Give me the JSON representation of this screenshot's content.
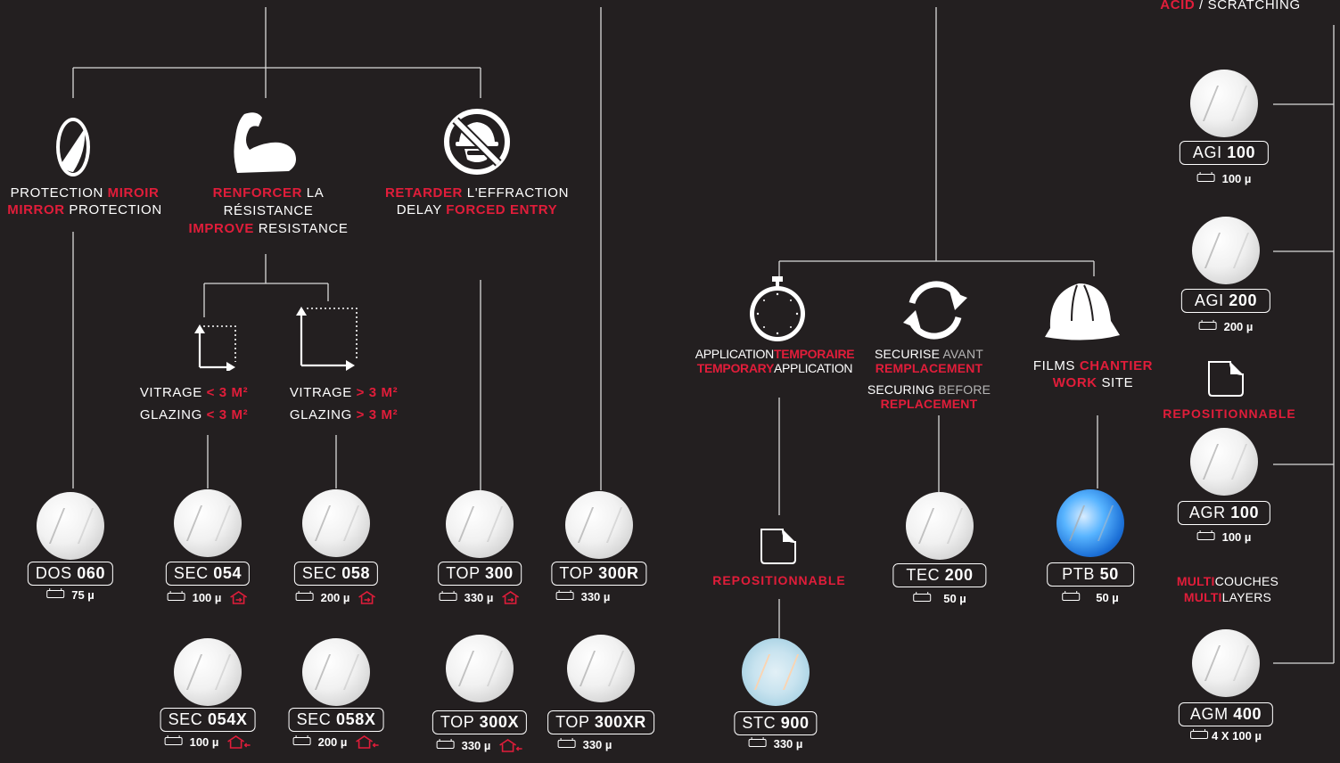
{
  "colors": {
    "background": "#231f20",
    "accent": "#e11d3a",
    "line": "#d9d9d9"
  },
  "top_right": {
    "red": "ACID",
    "sep": " / ",
    "white": "SCRATCHING"
  },
  "categories": {
    "mirror": {
      "icon": "mirror-icon",
      "l1_white": "PROTECTION ",
      "l1_red": "MIROIR",
      "l2_red": "MIRROR",
      "l2_white": " PROTECTION"
    },
    "resistance": {
      "icon": "flexed-arm-icon",
      "l1_red": "RENFORCER",
      "l1_white": " LA",
      "l2": "RÉSISTANCE",
      "l3_red": "IMPROVE",
      "l3_white": " RESISTANCE"
    },
    "entry": {
      "icon": "no-burglar-icon",
      "l1_red": "RETARDER",
      "l1_white": " L'EFFRACTION",
      "l2_white": "DELAY ",
      "l2_red": "FORCED ENTRY"
    },
    "small": {
      "icon": "small-glazing-icon",
      "l1_white": "VITRAGE ",
      "l1_red": "< 3 M²",
      "l2_white": "GLAZING ",
      "l2_red": "< 3 M²"
    },
    "large": {
      "icon": "large-glazing-icon",
      "l1_white": "VITRAGE ",
      "l1_red": "> 3 M²",
      "l2_white": "GLAZING ",
      "l2_red": "> 3 M²"
    },
    "temporary": {
      "icon": "stopwatch-icon",
      "l1_white": "APPLICATION",
      "l1_red": "TEMPORAIRE",
      "l2_red": "TEMPORARY",
      "l2_white": "APPLICATION"
    },
    "securing": {
      "icon": "refresh-icon",
      "l1_white": "SECURISE ",
      "l1_grey": "AVANT",
      "l2_red": "REMPLACEMENT",
      "l3_white": "SECURING ",
      "l3_grey": "BEFORE",
      "l4_red": "REPLACEMENT"
    },
    "worksite": {
      "icon": "hard-hat-icon",
      "l1_white": "FILMS ",
      "l1_red": "CHANTIER",
      "l2_red": "WORK",
      "l2_white": " SITE"
    },
    "repos_mid": {
      "icon": "repositionable-icon",
      "label": "REPOSITIONNABLE"
    },
    "repos_right": {
      "icon": "repositionable-icon",
      "label": "REPOSITIONNABLE"
    },
    "multi": {
      "l1_red": "MULTI",
      "l1_white": "COUCHES",
      "l2_red": "MULTI",
      "l2_white": "LAYERS"
    }
  },
  "products": {
    "dos060": {
      "prefix": "DOS ",
      "num": "060",
      "thickness": "75 µ"
    },
    "sec054": {
      "prefix": "SEC ",
      "num": "054",
      "thickness": "100 µ"
    },
    "sec058": {
      "prefix": "SEC ",
      "num": "058",
      "thickness": "200 µ"
    },
    "top300": {
      "prefix": "TOP ",
      "num": "300",
      "thickness": "330 µ"
    },
    "top300r": {
      "prefix": "TOP ",
      "num": "300R",
      "thickness": "330 µ"
    },
    "sec054x": {
      "prefix": "SEC ",
      "num": "054X",
      "thickness": "100 µ"
    },
    "sec058x": {
      "prefix": "SEC ",
      "num": "058X",
      "thickness": "200 µ"
    },
    "top300x": {
      "prefix": "TOP ",
      "num": "300X",
      "thickness": "330 µ"
    },
    "top300xr": {
      "prefix": "TOP ",
      "num": "300XR",
      "thickness": "330 µ"
    },
    "stc900": {
      "prefix": "STC ",
      "num": "900",
      "thickness": "330 µ"
    },
    "tec200": {
      "prefix": "TEC ",
      "num": "200",
      "thickness": "50 µ"
    },
    "ptb50": {
      "prefix": "PTB ",
      "num": "50",
      "thickness": "50 µ"
    },
    "agi100": {
      "prefix": "AGI ",
      "num": "100",
      "thickness": "100 µ"
    },
    "agi200": {
      "prefix": "AGI ",
      "num": "200",
      "thickness": "200 µ"
    },
    "agr100": {
      "prefix": "AGR ",
      "num": "100",
      "thickness": "100 µ"
    },
    "agm400": {
      "prefix": "AGM ",
      "num": "400",
      "thickness": "4 X 100 µ"
    }
  }
}
